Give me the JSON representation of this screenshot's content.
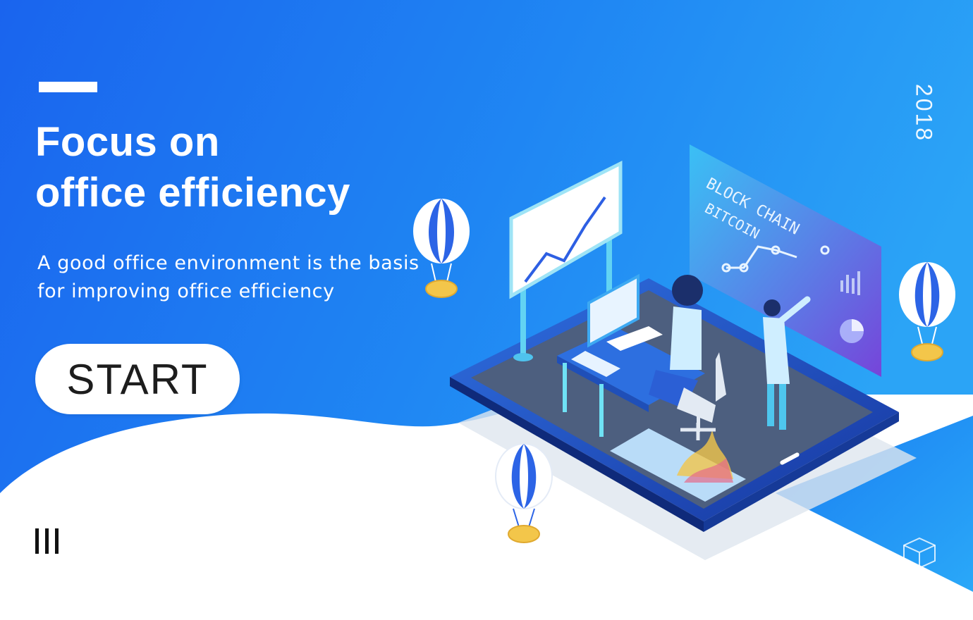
{
  "hero": {
    "title_line1": "Focus on",
    "title_line2": "office efficiency",
    "subtitle_line1": "A good office environment is the basis",
    "subtitle_line2": "for improving office efficiency",
    "start_label": "START",
    "year": "2018"
  },
  "screen_panel": {
    "line1": "BLOCK CHAIN",
    "line2": "BITCOIN"
  },
  "icons": {
    "menu": "menu-icon",
    "balloons": "hot-air-balloon-icon",
    "coin": "bitcoin-coin-icon",
    "box": "cube-icon"
  },
  "colors": {
    "primary_blue": "#1c6ef0",
    "light_blue": "#2aa0f5",
    "white": "#ffffff",
    "tablet_dark": "#1d3fa0",
    "floor_gray": "#5a6b8a",
    "coin_gold": "#f3c64a"
  }
}
